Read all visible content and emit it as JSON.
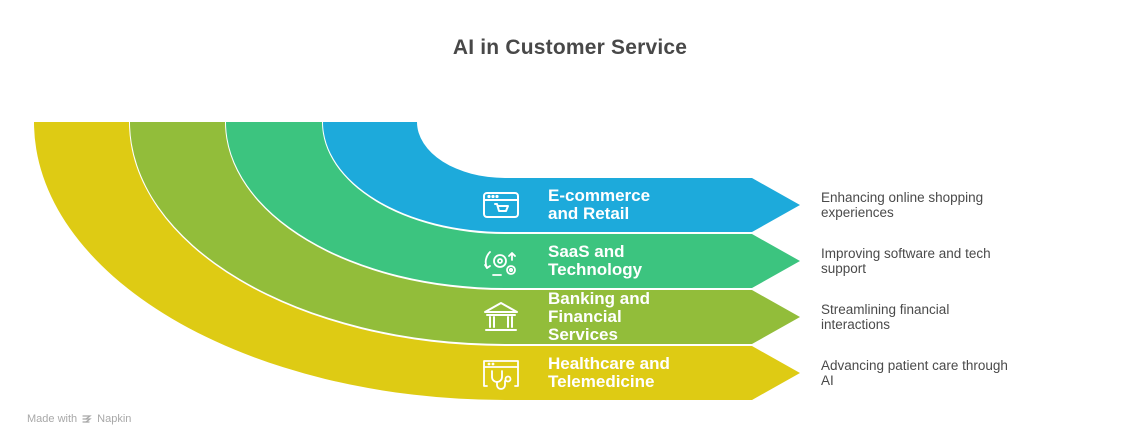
{
  "title": "AI in Customer Service",
  "colors": {
    "ecommerce": "#1DAADB",
    "saas": "#3CC47F",
    "banking": "#92BD3A",
    "healthcare": "#DECB14",
    "title_text": "#484848",
    "desc_text": "#4a4a4a"
  },
  "items": [
    {
      "label_lines": [
        "E-commerce",
        "and Retail"
      ],
      "icon": "shopping-cart-browser-icon",
      "description_lines": [
        "Enhancing online shopping",
        "experiences"
      ]
    },
    {
      "label_lines": [
        "SaaS and",
        "Technology"
      ],
      "icon": "gears-cycle-icon",
      "description_lines": [
        "Improving software and tech",
        "support"
      ]
    },
    {
      "label_lines": [
        "Banking and",
        "Financial",
        "Services"
      ],
      "icon": "bank-building-icon",
      "description_lines": [
        "Streamlining financial",
        "interactions"
      ]
    },
    {
      "label_lines": [
        "Healthcare and",
        "Telemedicine"
      ],
      "icon": "stethoscope-browser-icon",
      "description_lines": [
        "Advancing patient care through",
        "AI"
      ]
    }
  ],
  "footer": {
    "made_with": "Made with",
    "brand": "Napkin"
  }
}
